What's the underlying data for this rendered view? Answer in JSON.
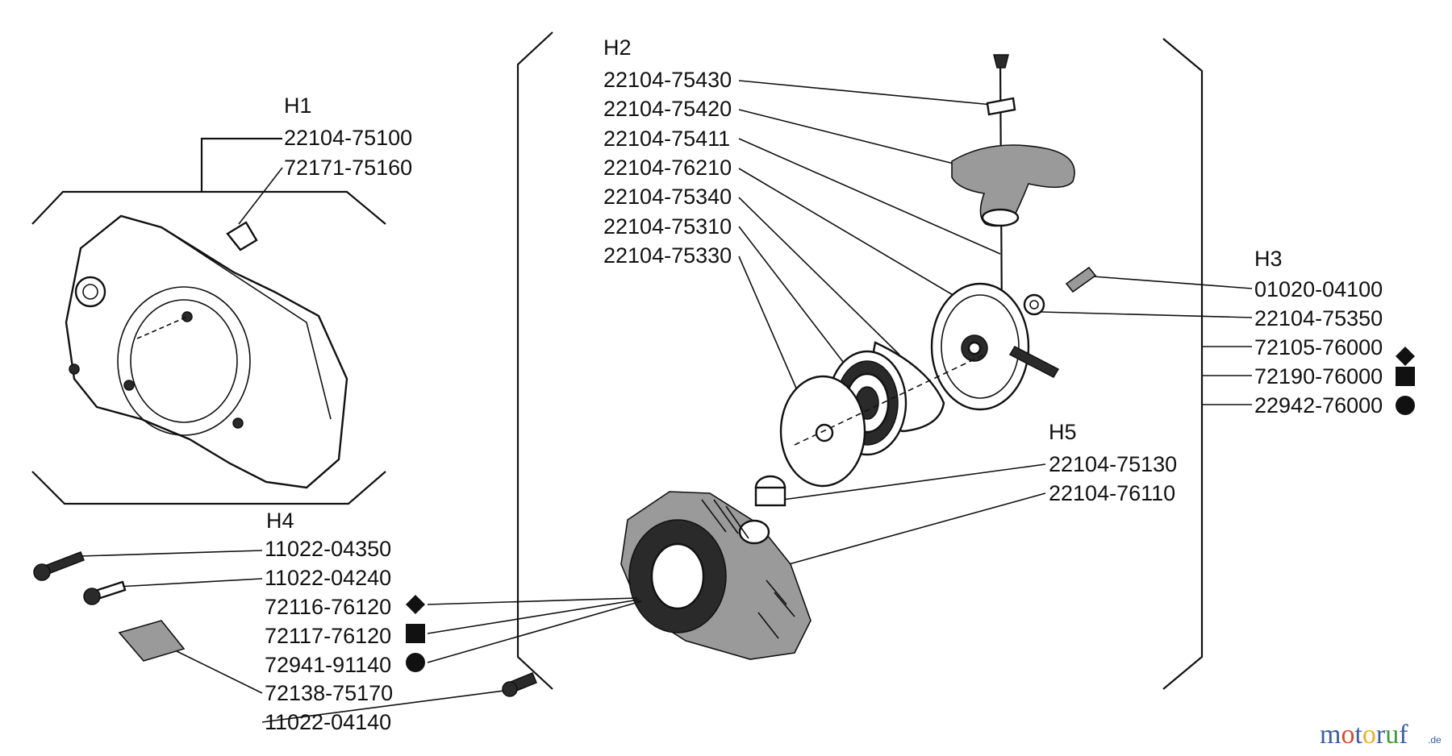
{
  "groups": {
    "h1": {
      "title": "H1",
      "parts": [
        "22104-75100",
        "72171-75160"
      ]
    },
    "h2": {
      "title": "H2",
      "parts": [
        "22104-75430",
        "22104-75420",
        "22104-75411",
        "22104-76210",
        "22104-75340",
        "22104-75310",
        "22104-75330"
      ]
    },
    "h3": {
      "title": "H3",
      "parts": [
        "01020-04100",
        "22104-75350",
        "72105-76000",
        "72190-76000",
        "22942-76000"
      ]
    },
    "h4": {
      "title": "H4",
      "parts": [
        "11022-04350",
        "11022-04240",
        "72116-76120",
        "72117-76120",
        "72941-91140",
        "72138-75170",
        "11022-04140"
      ]
    },
    "h5": {
      "title": "H5",
      "parts": [
        "22104-75130",
        "22104-76110"
      ]
    }
  },
  "variant_marks": {
    "diamond": "diamond-marker",
    "square": "square-marker",
    "circle": "circle-marker"
  },
  "logo": {
    "text_m": "m",
    "text_o1": "o",
    "text_t": "t",
    "text_o2": "o",
    "text_r": "r",
    "text_u": "u",
    "text_f": "f",
    "domain": ".de",
    "colors": {
      "m": "#3a5fa8",
      "o1": "#d94a2b",
      "t": "#3a5fa8",
      "o2": "#e8b21c",
      "r": "#3a5fa8",
      "u": "#3f9a3a",
      "f": "#3a5fa8"
    }
  }
}
